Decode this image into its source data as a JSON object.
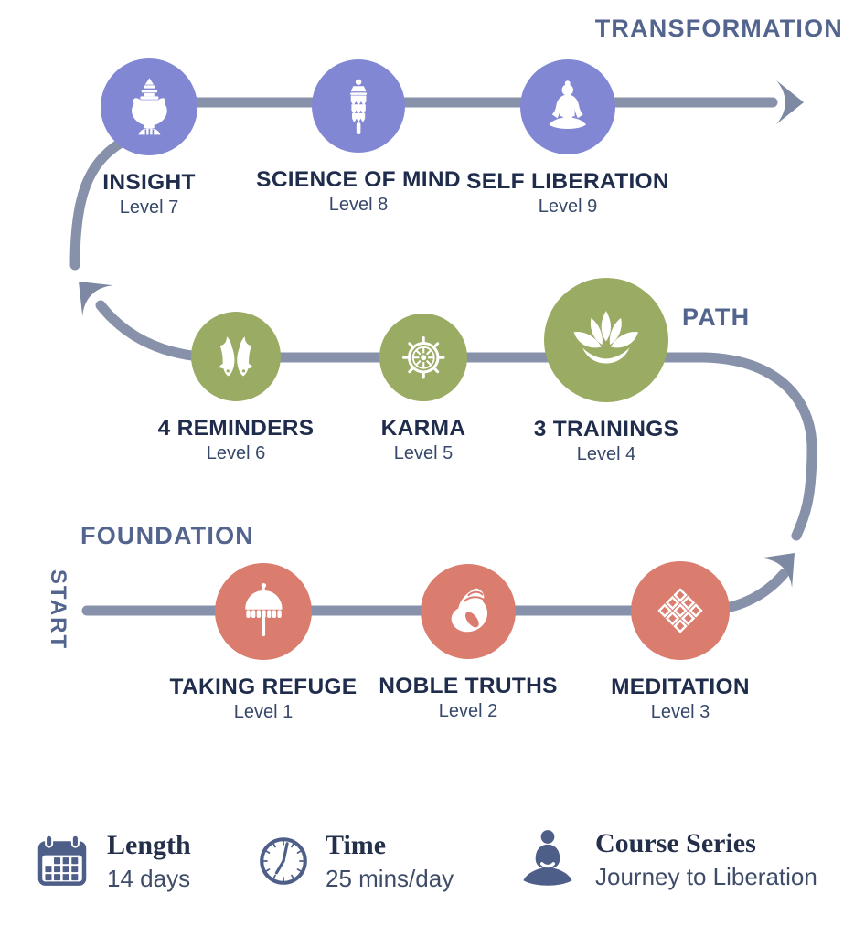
{
  "colors": {
    "foundation_circle": "#da7c6e",
    "path_circle": "#9aab63",
    "transformation_circle": "#8287d4",
    "connector_line": "#8792aa",
    "arrowhead": "#7d89a2",
    "section_label": "#53658e",
    "node_title": "#1f2c4c",
    "node_level": "#37486a",
    "footer_icon": "#4d5f88",
    "footer_heading": "#242f4a",
    "footer_value": "#3f4c68"
  },
  "sections": {
    "transformation": "TRANSFORMATION",
    "path": "PATH",
    "foundation": "FOUNDATION",
    "start": "START"
  },
  "levels": [
    {
      "title": "TAKING REFUGE",
      "level": "Level 1",
      "icon": "parasol-icon",
      "stage": "foundation"
    },
    {
      "title": "NOBLE TRUTHS",
      "level": "Level 2",
      "icon": "conch-shell-icon",
      "stage": "foundation"
    },
    {
      "title": "MEDITATION",
      "level": "Level 3",
      "icon": "endless-knot-icon",
      "stage": "foundation"
    },
    {
      "title": "3 TRAININGS",
      "level": "Level 4",
      "icon": "lotus-icon",
      "stage": "path"
    },
    {
      "title": "KARMA",
      "level": "Level 5",
      "icon": "dharma-wheel-icon",
      "stage": "path"
    },
    {
      "title": "4 REMINDERS",
      "level": "Level 6",
      "icon": "golden-fish-icon",
      "stage": "path"
    },
    {
      "title": "INSIGHT",
      "level": "Level 7",
      "icon": "treasure-vase-icon",
      "stage": "transformation"
    },
    {
      "title": "SCIENCE OF MIND",
      "level": "Level 8",
      "icon": "victory-banner-icon",
      "stage": "transformation"
    },
    {
      "title": "SELF LIBERATION",
      "level": "Level 9",
      "icon": "buddha-icon",
      "stage": "transformation"
    }
  ],
  "footer": [
    {
      "heading": "Length",
      "value": "14 days",
      "icon": "calendar-icon"
    },
    {
      "heading": "Time",
      "value": "25 mins/day",
      "icon": "clock-icon"
    },
    {
      "heading": "Course Series",
      "value": "Journey to Liberation",
      "icon": "meditator-icon"
    }
  ]
}
